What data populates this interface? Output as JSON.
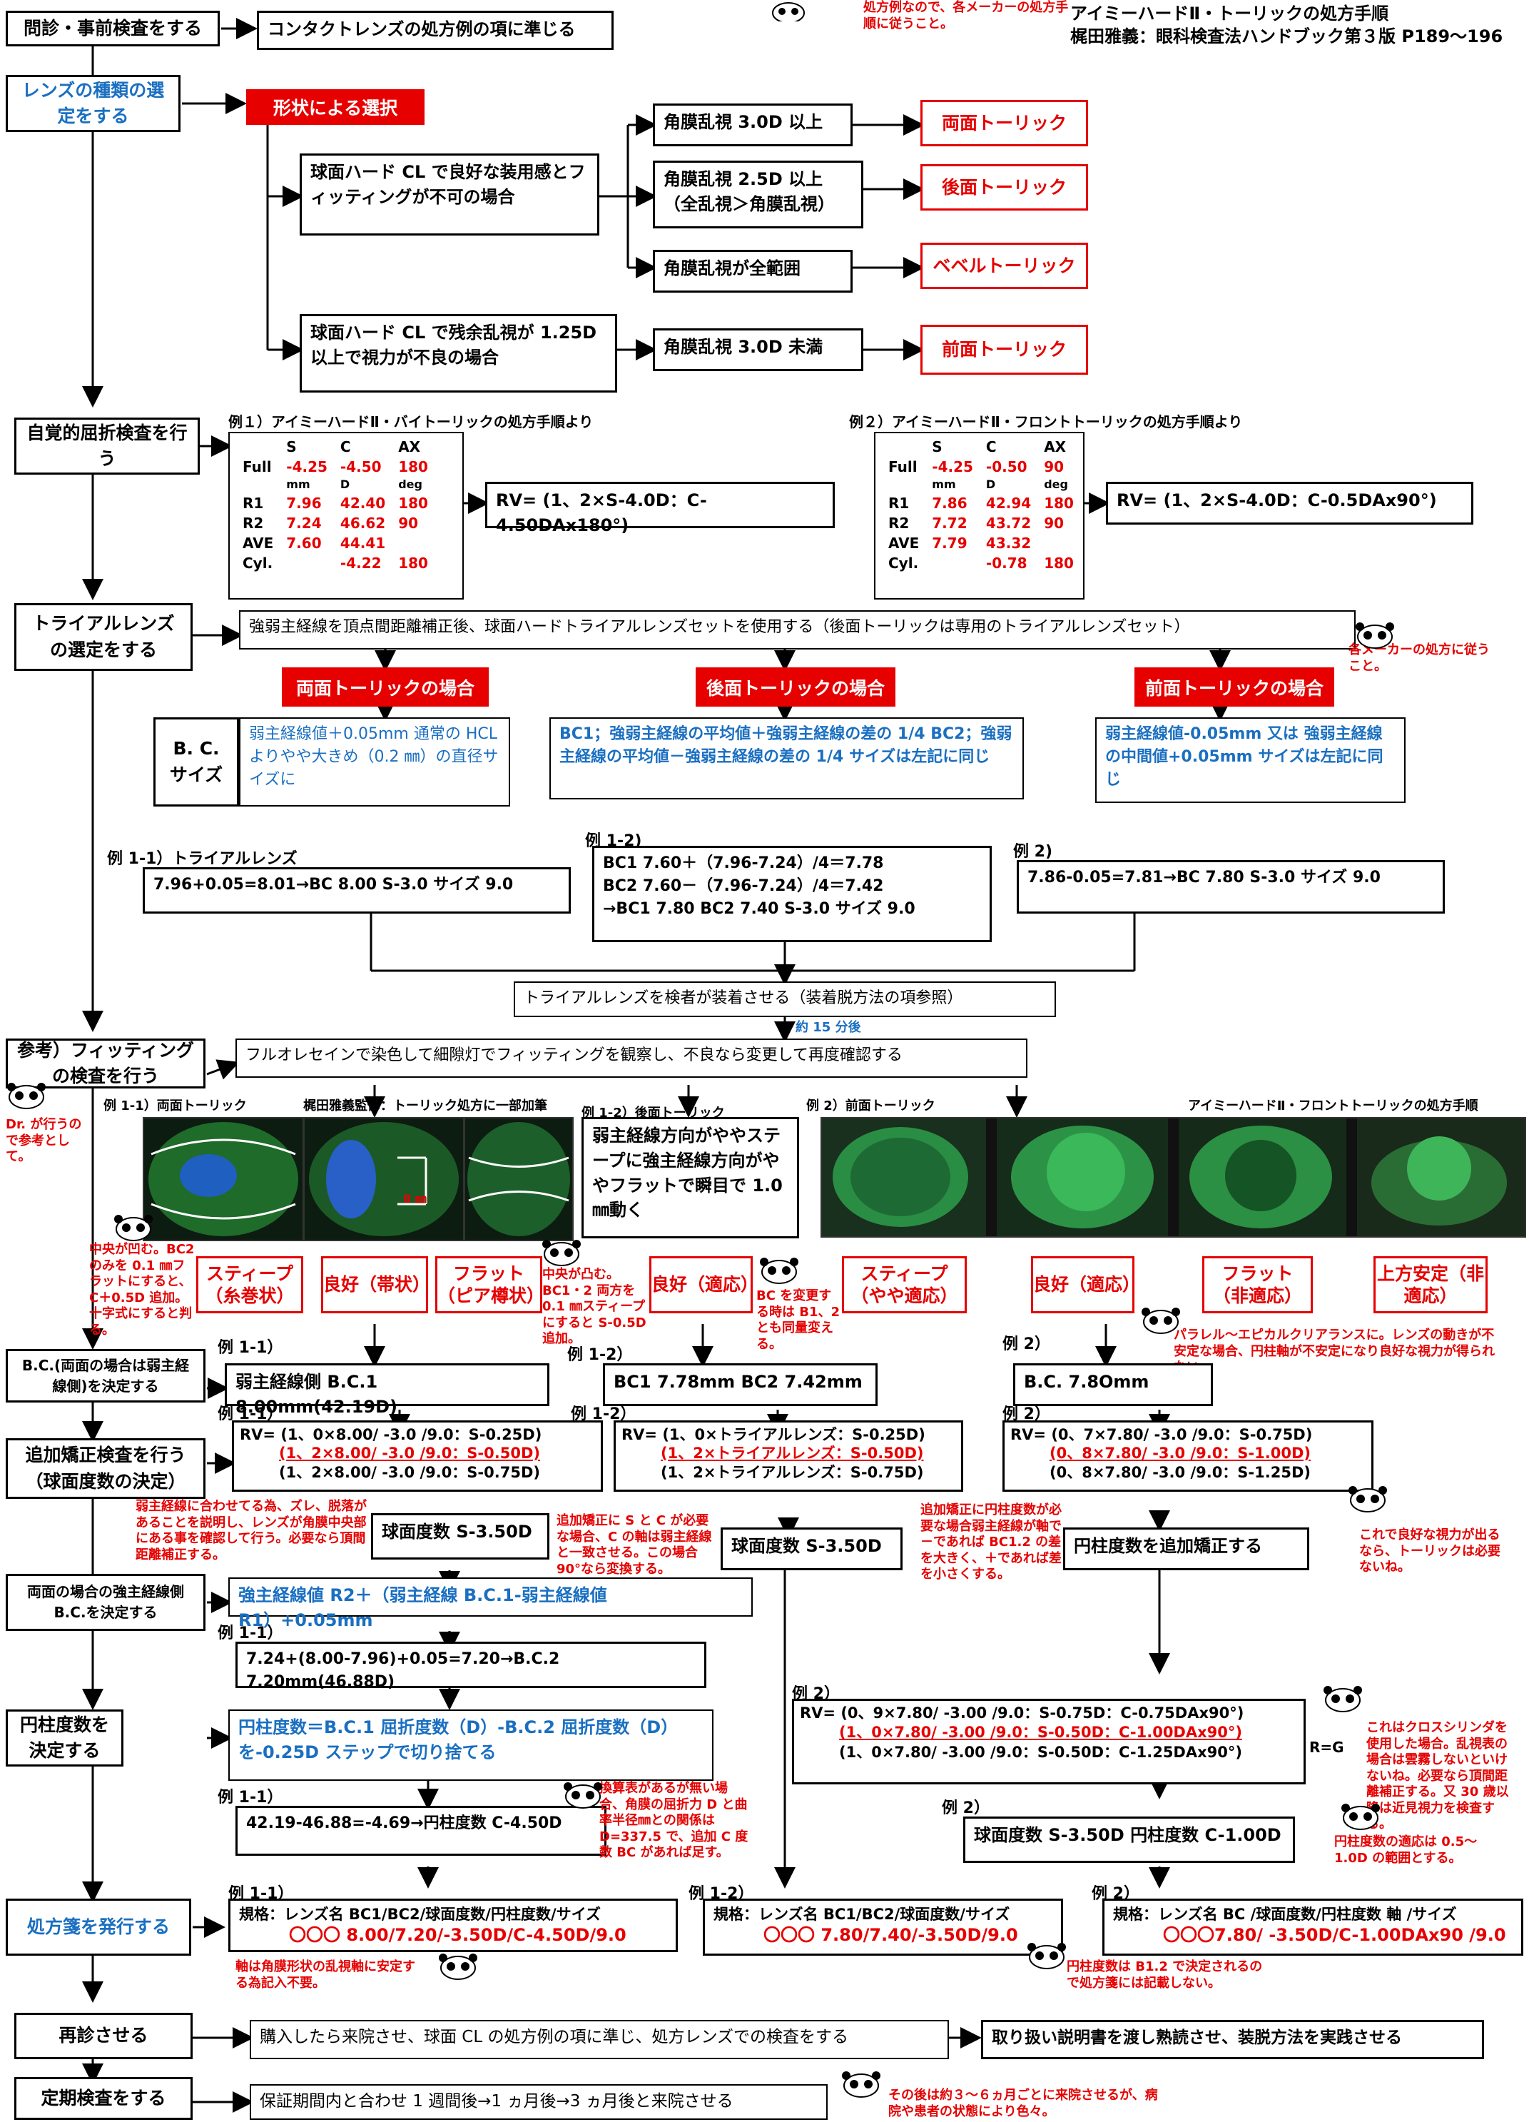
{
  "header": {
    "panda_note": "処方例なので、各メーカーの処方手順に従うこと。",
    "title": "アイミーハードⅡ・トーリックの処方手順",
    "subtitle": "梶田雅義：眼科検査法ハンドブック第３版 P189～196"
  },
  "steps": {
    "s1": "問診・事前検査をする",
    "s2": "レンズの種類の選定をする",
    "s3": "自覚的屈折検査を行う",
    "s4": "トライアルレンズの選定をする",
    "s5": "参考）フィッティングの検査を行う",
    "s6": "B.C.(両面の場合は弱主経線側)を決定する",
    "s7": "追加矯正検査を行う（球面度数の決定）",
    "s8": "両面の場合の強主経線側 B.C.を決定する",
    "s9": "円柱度数を決定する",
    "s10": "処方箋を発行する",
    "s11": "再診させる",
    "s12": "定期検査をする"
  },
  "step1_note": "コンタクトレンズの処方例の項に準じる",
  "select_shape": "形状による選択",
  "cond_a": "球面ハード CL で良好な装用感とフィッティングが不可の場合",
  "cond_b": "球面ハード CL で残余乱視が 1.25D 以上で視力が不良の場合",
  "astig": {
    "a1": "角膜乱視 3.0D 以上",
    "a2": "角膜乱視 2.5D 以上（全乱視＞角膜乱視）",
    "a3": "角膜乱視が全範囲",
    "a4": "角膜乱視 3.0D 未満"
  },
  "lens_types": {
    "both": "両面トーリック",
    "back": "後面トーリック",
    "bevel": "ベベルトーリック",
    "front": "前面トーリック"
  },
  "ex1": {
    "label": "例１）アイミーハードⅡ・バイトーリックの処方手順より",
    "rows": [
      [
        "",
        "S",
        "C",
        "AX"
      ],
      [
        "Full",
        "-4.25",
        "-4.50",
        "180"
      ],
      [
        "",
        "mm",
        "D",
        "deg"
      ],
      [
        "R1",
        "7.96",
        "42.40",
        "180"
      ],
      [
        "R2",
        "7.24",
        "46.62",
        "90"
      ],
      [
        "AVE",
        "7.60",
        "44.41",
        ""
      ],
      [
        "Cyl.",
        "",
        "-4.22",
        "180"
      ]
    ],
    "rv": "RV= (1、2×S-4.0D：C-4.50DAx180°)"
  },
  "ex2": {
    "label": "例２）アイミーハードⅡ・フロントトーリックの処方手順より",
    "rows": [
      [
        "",
        "S",
        "C",
        "AX"
      ],
      [
        "Full",
        "-4.25",
        "-0.50",
        "90"
      ],
      [
        "",
        "mm",
        "D",
        "deg"
      ],
      [
        "R1",
        "7.86",
        "42.94",
        "180"
      ],
      [
        "R2",
        "7.72",
        "43.72",
        "90"
      ],
      [
        "AVE",
        "7.79",
        "43.32",
        ""
      ],
      [
        "Cyl.",
        "",
        "-0.78",
        "180"
      ]
    ],
    "rv": "RV= (1、2×S-4.0D：C-0.5DAx90°)"
  },
  "trial_intro": "強弱主経線を頂点間距離補正後、球面ハードトライアルレンズセットを使用する（後面トーリックは専用のトライアルレンズセット）",
  "trial_panda": "各メーカーの処方に従うこと。",
  "case_both": "両面トーリックの場合",
  "case_back": "後面トーリックの場合",
  "case_front": "前面トーリックの場合",
  "bc_size_label": "B. C. サイズ",
  "bc_both": "弱主経線値＋0.05mm 通常の HCL よりやや大きめ（0.2 ㎜）の直径サイズに",
  "bc_back": "BC1；強弱主経線の平均値＋強弱主経線の差の 1/4 BC2；強弱主経線の平均値－強弱主経線の差の 1/4 サイズは左記に同じ",
  "bc_front": "弱主経線値-0.05mm 又は 強弱主経線の中間値+0.05mm サイズは左記に同じ",
  "ex11_label": "例 1-1）トライアルレンズ",
  "ex11_calc": "7.96+0.05=8.01→BC 8.00 S-3.0 サイズ 9.0",
  "ex12_label": "例 1-2)",
  "ex12_l1": "BC1 7.60＋（7.96-7.24）/4＝7.78",
  "ex12_l2": "BC2 7.60－（7.96-7.24）/4＝7.42",
  "ex12_l3": "→BC1 7.80 BC2 7.40 S-3.0 サイズ 9.0",
  "ex2_label": "例 2)",
  "ex2_calc": "7.86-0.05=7.81→BC 7.80 S-3.0 サイズ 9.0",
  "wear": "トライアルレンズを検者が装着させる（装着脱方法の項参照）",
  "wait": "約 15 分後",
  "fitting": "フルオレセインで染色して細隙灯でフィッティングを観察し、不良なら変更して再度確認する",
  "dr_note": "Dr. が行うので参考として。",
  "photo_labels": {
    "p11": "例 1-1）両面トーリック",
    "p11b": "梶田雅義監修：トーリック処方に一部加筆",
    "p12": "例 1-2）後面トーリック",
    "p2": "例 2）前面トーリック",
    "p2b": "アイミーハードⅡ・フロントトーリックの処方手順"
  },
  "mm_mark": "8 ㎜",
  "back_fit_note": "弱主経線方向がややステープに強主経線方向がややフラットで瞬目で 1.0 ㎜動く",
  "fit_results": {
    "r1": "スティープ（糸巻状）",
    "r2": "良好（帯状）",
    "r3": "フラット（ピア樽状）",
    "r4": "良好（適応）",
    "r5": "スティープ（やや適応）",
    "r6": "良好（適応）",
    "r7": "フラット（非適応）",
    "r8": "上方安定（非適応）"
  },
  "notes": {
    "center_concave": "中央が凹む。BC2 のみを 0.1 ㎜フラットにすると、C＋0.5D 追加。十字式にすると判る。",
    "center_convex": "中央が凸む。BC1・2 両方を 0.1 ㎜スティープにすると S-0.5D 追加。",
    "bc_change": "BC を変更する時は B1、2 とも同量変える。",
    "parallel": "パラレル～エピカルクリアランスに。レンズの動きが不安定な場合、円柱軸が不安定になり良好な視力が得られない。",
    "align": "弱主経線に合わせてる為、ズレ、脱落があることを説明し、レンズが角膜中央部にある事を確認して行う。必要なら頂間距離補正する。",
    "sc_needed": "追加矯正に S と C が必要な場合、C の軸は弱主経線と一致させる。この場合 90°なら変換する。",
    "cyl_needed": "追加矯正に円柱度数が必要な場合弱主経線が軸で－であれば BC1.2 の差を大きく、＋であれば差を小さくする。",
    "good_vision": "これで良好な視力が出るなら、トーリックは必要ないね。",
    "cross": "これはクロスシリンダを使用した場合。乱視表の場合は雲霧しないといけないね。必要なら頂間距離補正する。又 30 歳以降は近見視力を検査する。",
    "conv_table": "換算表があるが無い場合、角膜の屈折力 D と曲率半径㎜との関係は D=337.5 で、追加 C 度数 BC があれば足す。",
    "cyl_range": "円柱度数の適応は 0.5～1.0D の範囲とする。",
    "axis_note": "軸は角膜形状の乱視軸に安定する為記入不要。",
    "b12_note": "円柱度数は B1.2 で決定されるので処方箋には記載しない。",
    "followup": "その後は約３～６ヵ月ごとに来院させるが、病院や患者の状態により色々。"
  },
  "bc_ex11": "弱主経線側 B.C.1 8.00mm(42.19D)",
  "bc_ex12": "BC1 7.78mm BC2 7.42mm",
  "bc_ex2": "B.C. 7.8Omm",
  "rv11": [
    "RV= (1、0×8.00/ -3.0 /9.0：S-0.25D)",
    "(1、2×8.00/ -3.0 /9.0：S-0.50D)",
    "(1、2×8.00/ -3.0 /9.0：S-0.75D)"
  ],
  "rv12": [
    "RV= (1、0×トライアルレンズ：S-0.25D)",
    "(1、2×トライアルレンズ：S-0.50D)",
    "(1、2×トライアルレンズ：S-0.75D)"
  ],
  "rv2": [
    "RV= (0、7×7.80/ -3.0 /9.0：S-0.75D)",
    "(0、8×7.80/ -3.0 /9.0：S-1.00D)",
    "(0、8×7.80/ -3.0 /9.0：S-1.25D)"
  ],
  "sph11": "球面度数 S-3.50D",
  "sph12": "球面度数 S-3.50D",
  "add_cyl": "円柱度数を追加矯正する",
  "strong_bc": "強主経線値 R2＋（弱主経線 B.C.1-弱主経線値 R1）+0.05mm",
  "strong_calc": "7.24+(8.00-7.96)+0.05=7.20→B.C.2 7.20mm(46.88D)",
  "cyl_formula": "円柱度数＝B.C.1 屈折度数（D）-B.C.2 屈折度数（D）を-0.25D ステップで切り捨てる",
  "cyl_calc": "42.19-46.88=-4.69→円柱度数 C-4.50D",
  "rv2b": [
    "RV= (0、9×7.80/ -3.00 /9.0：S-0.75D：C-0.75DAx90°)",
    "(1、0×7.80/ -3.00 /9.0：S-0.50D：C-1.00DAx90°)",
    "(1、0×7.80/ -3.00 /9.0：S-0.50D：C-1.25DAx90°)"
  ],
  "rg": "R=G",
  "ex2_result": "球面度数 S-3.50D 円柱度数 C-1.00D",
  "spec11_h": "規格：レンズ名 BC1/BC2/球面度数/円柱度数/サイズ",
  "spec11_v": "〇〇〇 8.00/7.20/-3.50D/C-4.50D/9.0",
  "spec12_h": "規格：レンズ名 BC1/BC2/球面度数/サイズ",
  "spec12_v": "〇〇〇 7.80/7.40/-3.50D/9.0",
  "spec2_h": "規格：レンズ名 BC /球面度数/円柱度数 軸 /サイズ",
  "spec2_v": "〇〇〇7.80/ -3.50D/C-1.00DAx90 /9.0",
  "revisit": "購入したら来院させ、球面 CL の処方例の項に準じ、処方レンズでの検査をする",
  "manual": "取り扱い説明書を渡し熟読させ、装脱方法を実践させる",
  "periodic": "保証期間内と合わせ 1 週間後→1 ヵ月後→3 ヵ月後と来院させる",
  "example_labels": {
    "e11": "例 1-1）",
    "e12": "例 1-2）",
    "e2": "例 2）"
  }
}
